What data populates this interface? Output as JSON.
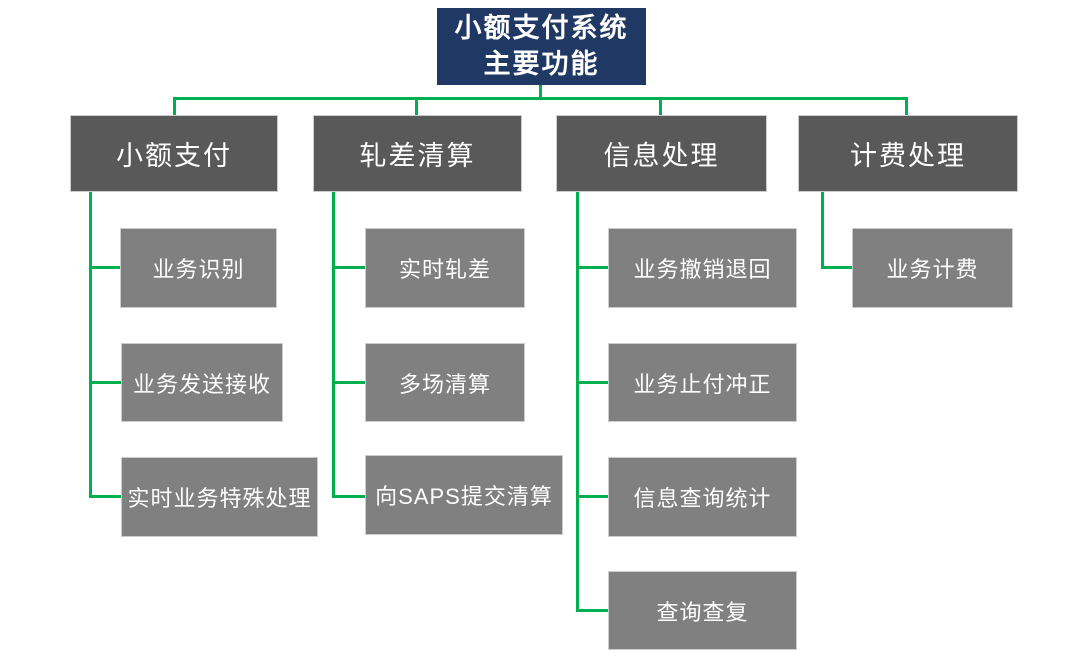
{
  "root": {
    "line1": "小额支付系统",
    "line2": "主要功能"
  },
  "columns": [
    {
      "header": "小额支付",
      "children": [
        "业务识别",
        "业务发送接收",
        "实时业务特殊处理"
      ]
    },
    {
      "header": "轧差清算",
      "children": [
        "实时轧差",
        "多场清算",
        "向SAPS提交清算"
      ]
    },
    {
      "header": "信息处理",
      "children": [
        "业务撤销退回",
        "业务止付冲正",
        "信息查询统计",
        "查询查复"
      ]
    },
    {
      "header": "计费处理",
      "children": [
        "业务计费"
      ]
    }
  ],
  "colors": {
    "title_bg": "#1f3864",
    "header_bg": "#595959",
    "child_bg": "#808080",
    "connector": "#00b050",
    "text": "#ffffff",
    "border": "#cccccc"
  }
}
